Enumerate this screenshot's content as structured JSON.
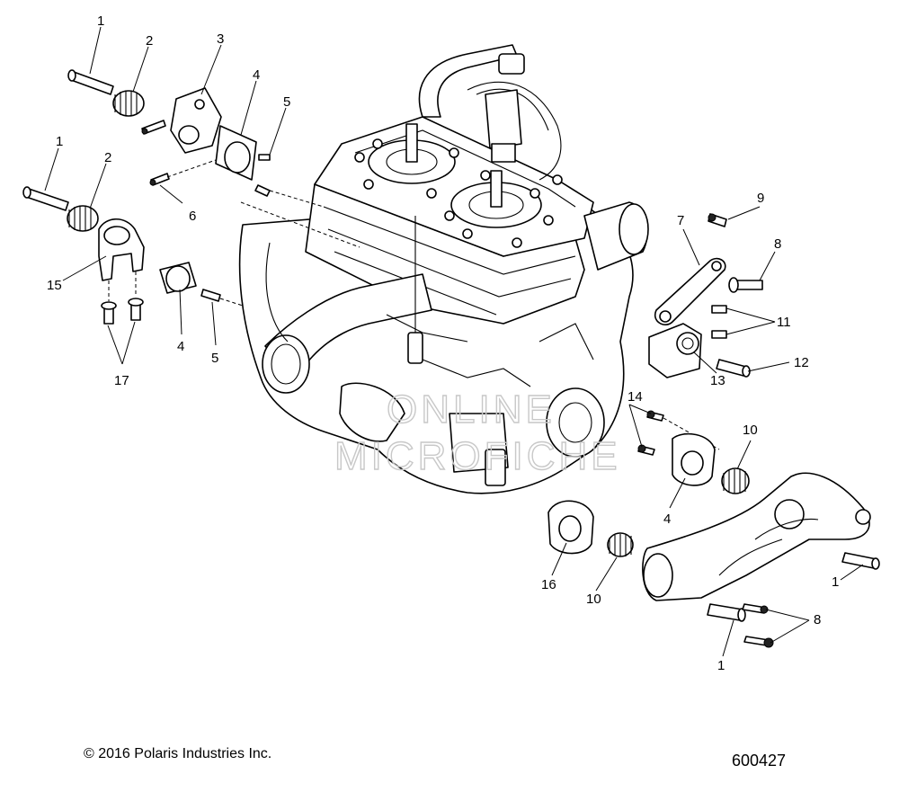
{
  "diagram": {
    "callouts": [
      {
        "id": "c1a",
        "text": "1"
      },
      {
        "id": "c2a",
        "text": "2"
      },
      {
        "id": "c3",
        "text": "3"
      },
      {
        "id": "c4a",
        "text": "4"
      },
      {
        "id": "c5a",
        "text": "5"
      },
      {
        "id": "c6",
        "text": "6"
      },
      {
        "id": "c1b",
        "text": "1"
      },
      {
        "id": "c2b",
        "text": "2"
      },
      {
        "id": "c15",
        "text": "15"
      },
      {
        "id": "c4b",
        "text": "4"
      },
      {
        "id": "c5b",
        "text": "5"
      },
      {
        "id": "c17",
        "text": "17"
      },
      {
        "id": "c9",
        "text": "9"
      },
      {
        "id": "c7",
        "text": "7"
      },
      {
        "id": "c8a",
        "text": "8"
      },
      {
        "id": "c11",
        "text": "11"
      },
      {
        "id": "c12",
        "text": "12"
      },
      {
        "id": "c13",
        "text": "13"
      },
      {
        "id": "c14",
        "text": "14"
      },
      {
        "id": "c10a",
        "text": "10"
      },
      {
        "id": "c4c",
        "text": "4"
      },
      {
        "id": "c1c",
        "text": "1"
      },
      {
        "id": "c16",
        "text": "16"
      },
      {
        "id": "c10b",
        "text": "10"
      },
      {
        "id": "c8b",
        "text": "8"
      },
      {
        "id": "c1d",
        "text": "1"
      }
    ],
    "watermark": [
      "ONLINE",
      "MICROFICHE"
    ],
    "copyright": "© 2016 Polaris Industries Inc.",
    "figure_number": "600427"
  }
}
